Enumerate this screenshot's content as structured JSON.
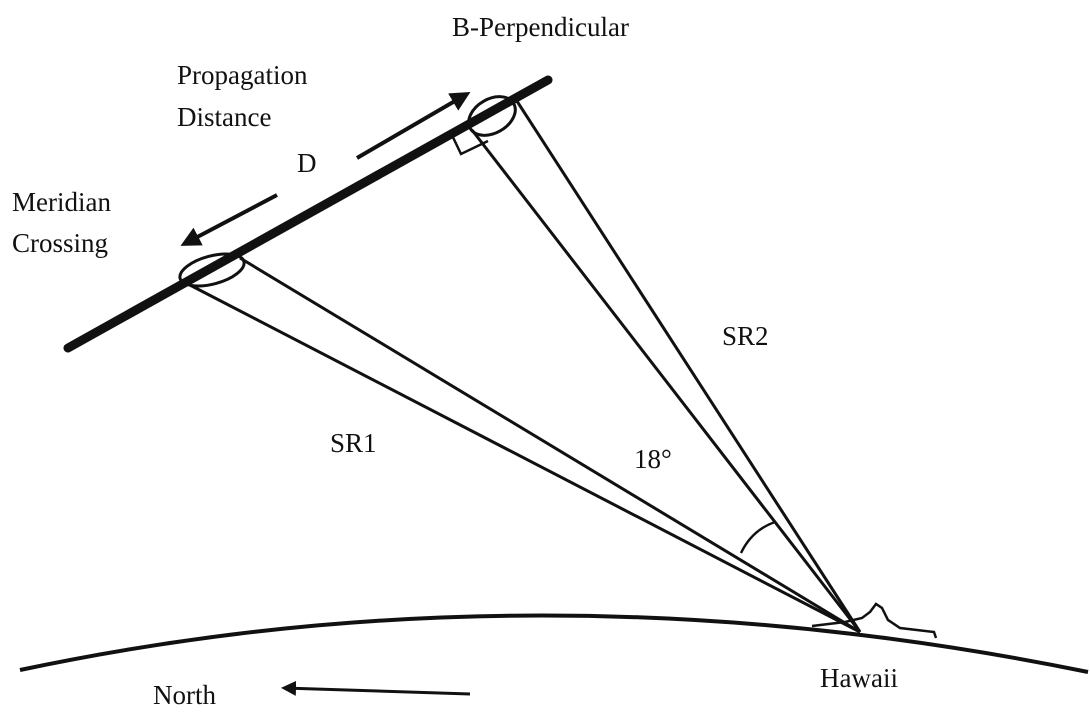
{
  "labels": {
    "b_perpendicular": "B-Perpendicular",
    "propagation_line1": "Propagation",
    "propagation_line2": "Distance",
    "distance_symbol": "D",
    "meridian_line1": "Meridian",
    "meridian_line2": "Crossing",
    "sr2": "SR2",
    "sr1": "SR1",
    "angle": "18°",
    "hawaii": "Hawaii",
    "north": "North"
  },
  "colors": {
    "ink": "#111111",
    "background": "#ffffff"
  }
}
